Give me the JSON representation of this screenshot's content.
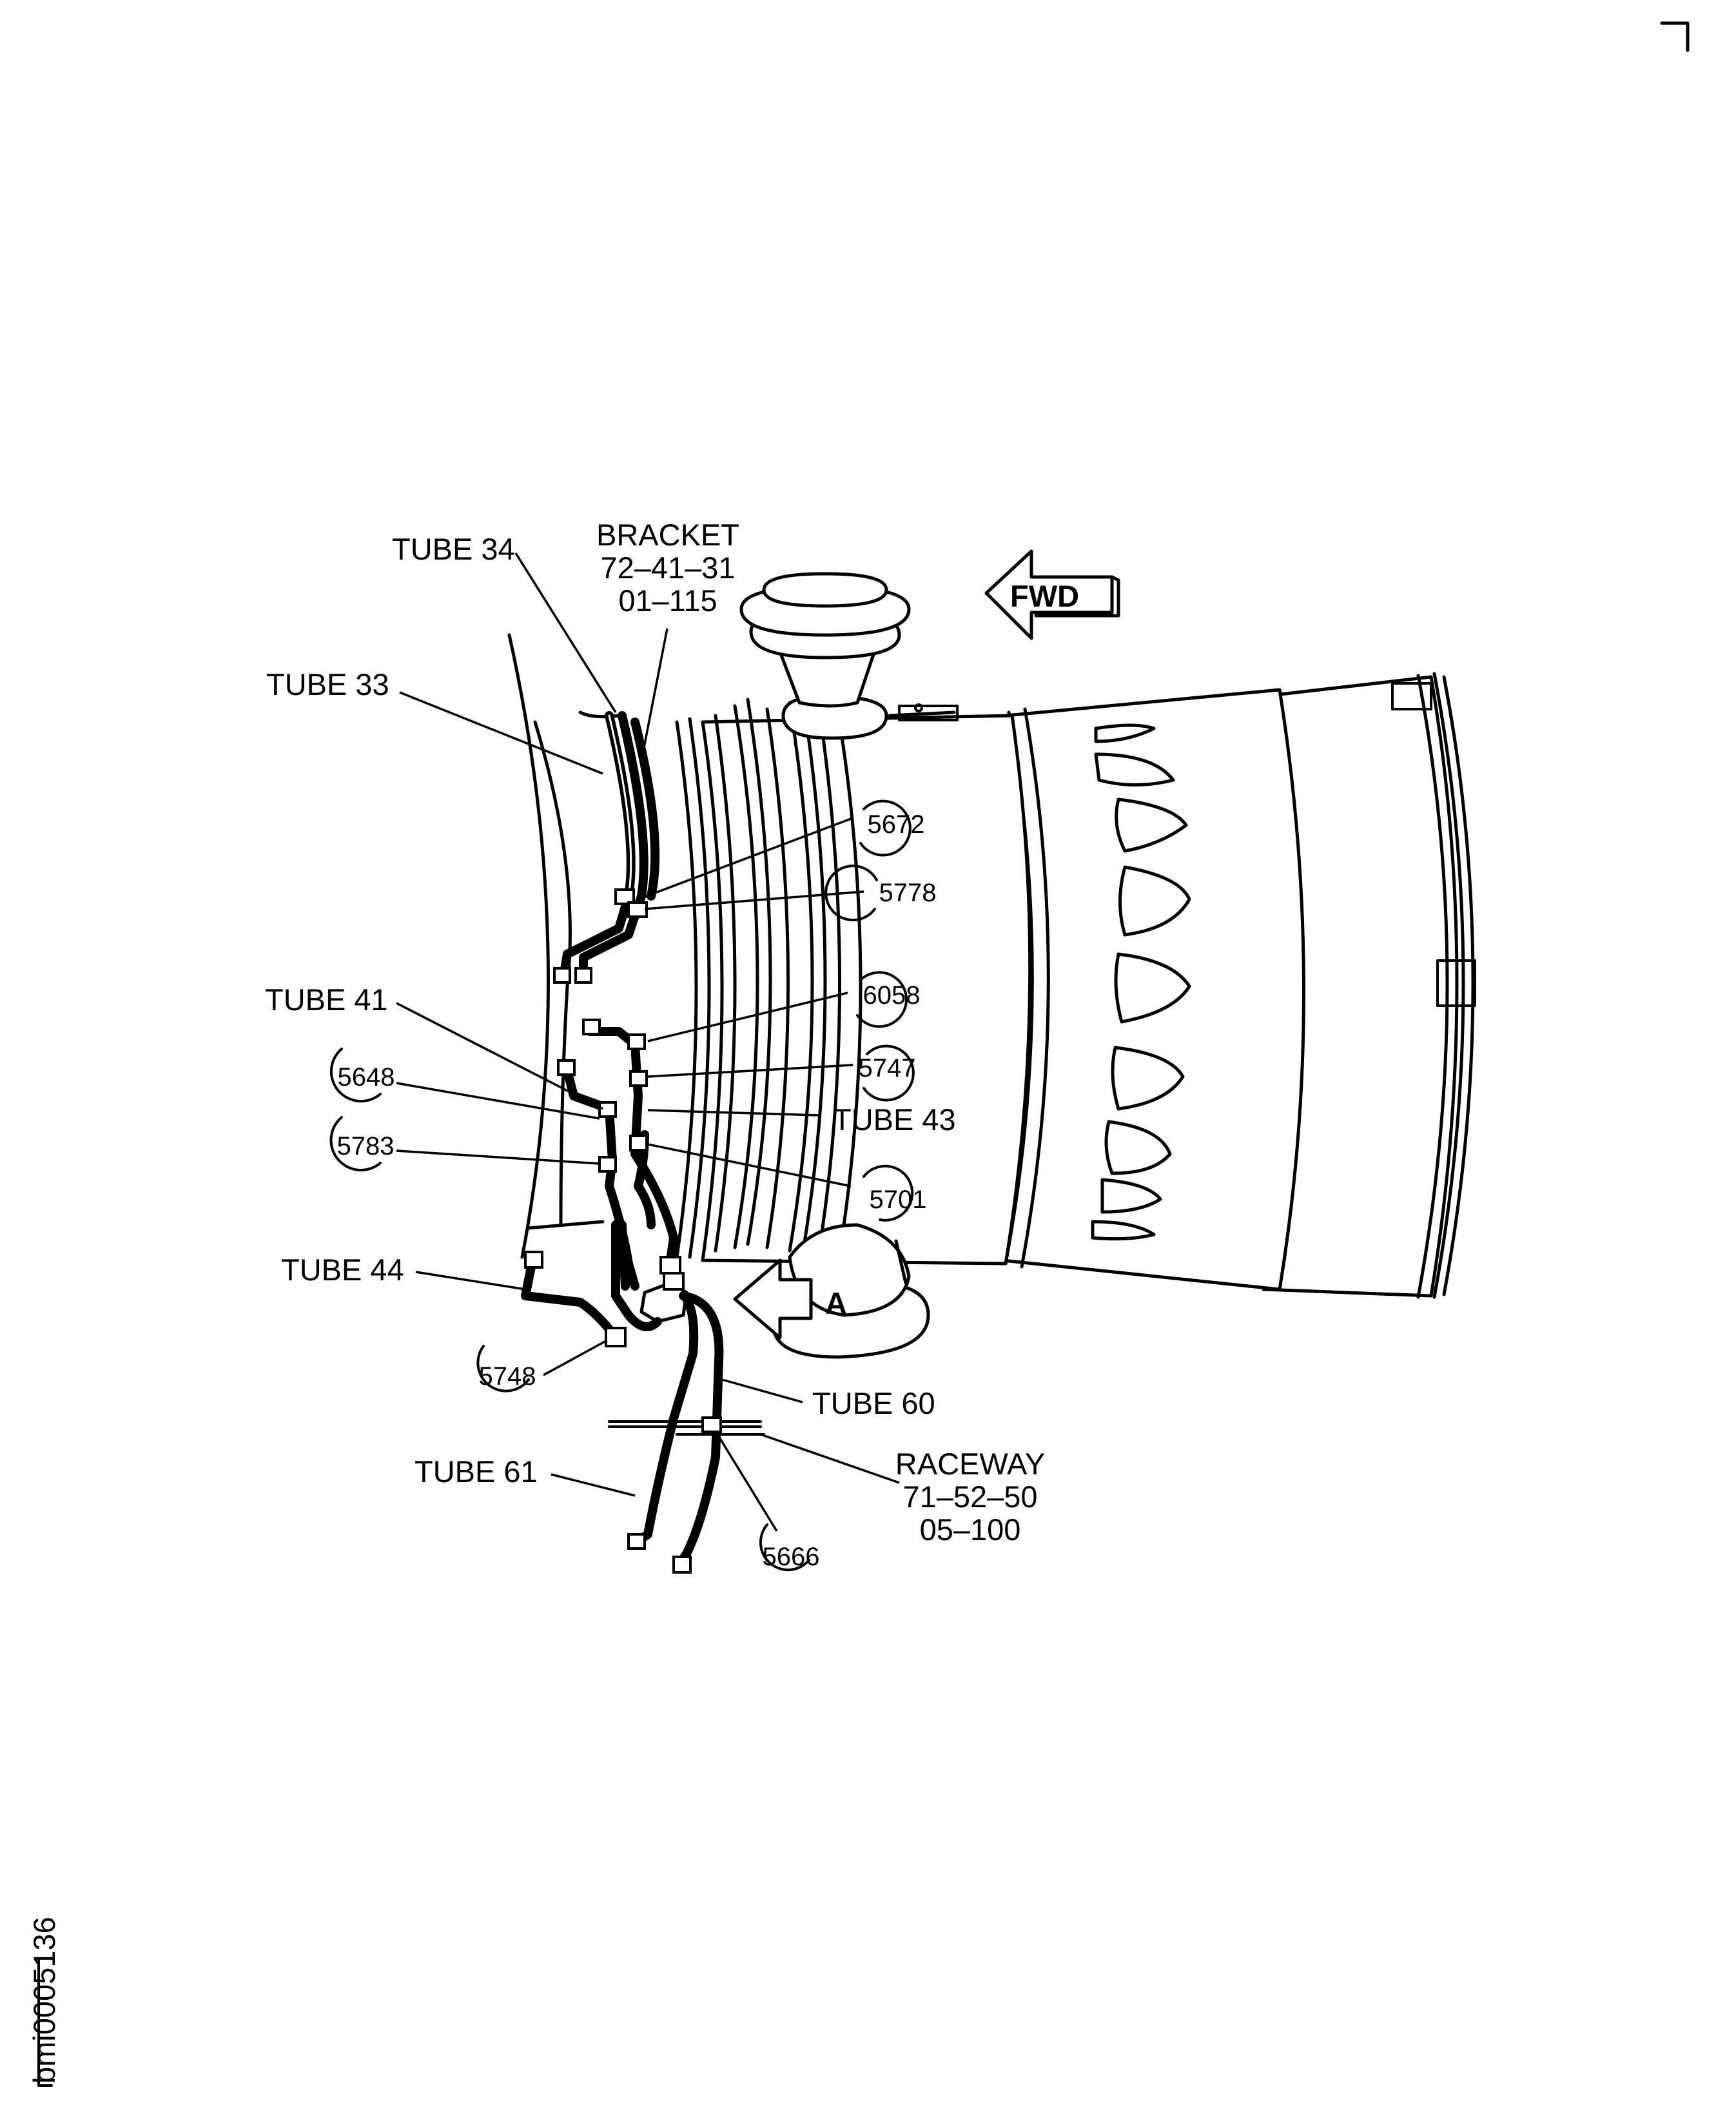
{
  "labels": {
    "tube34": "TUBE 34",
    "tube33": "TUBE 33",
    "bracket_title": "BRACKET",
    "bracket_line2": "72–41–31",
    "bracket_line3": "01–115",
    "fwd": "FWD",
    "tube41": "TUBE 41",
    "tube43": "TUBE 43",
    "tube44": "TUBE 44",
    "tube60": "TUBE 60",
    "tube61": "TUBE 61",
    "raceway_title": "RACEWAY",
    "raceway_line2": "71–52–50",
    "raceway_line3": "05–100",
    "view_a": "A",
    "figure_id": "bmi0005136"
  },
  "callouts": {
    "c5672": "5672",
    "c5778": "5778",
    "c6058": "6058",
    "c5747": "5747",
    "c5648": "5648",
    "c5783": "5783",
    "c5701": "5701",
    "c5748": "5748",
    "c5666": "5666"
  }
}
